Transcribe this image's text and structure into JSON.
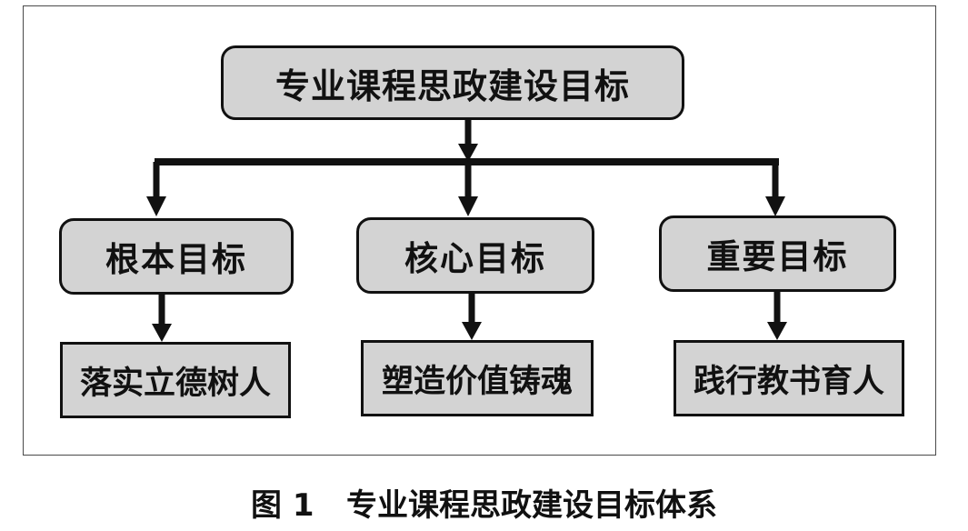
{
  "diagram": {
    "root": {
      "label": "专业课程思政建设目标"
    },
    "goals": [
      {
        "label": "根本目标",
        "outcome": "落实立德树人"
      },
      {
        "label": "核心目标",
        "outcome": "塑造价值铸魂"
      },
      {
        "label": "重要目标",
        "outcome": "践行教书育人"
      }
    ],
    "colors": {
      "box_fill": "#d3d3d3",
      "stroke": "#111111"
    }
  },
  "caption": {
    "number": "图 1",
    "title": "专业课程思政建设目标体系"
  }
}
